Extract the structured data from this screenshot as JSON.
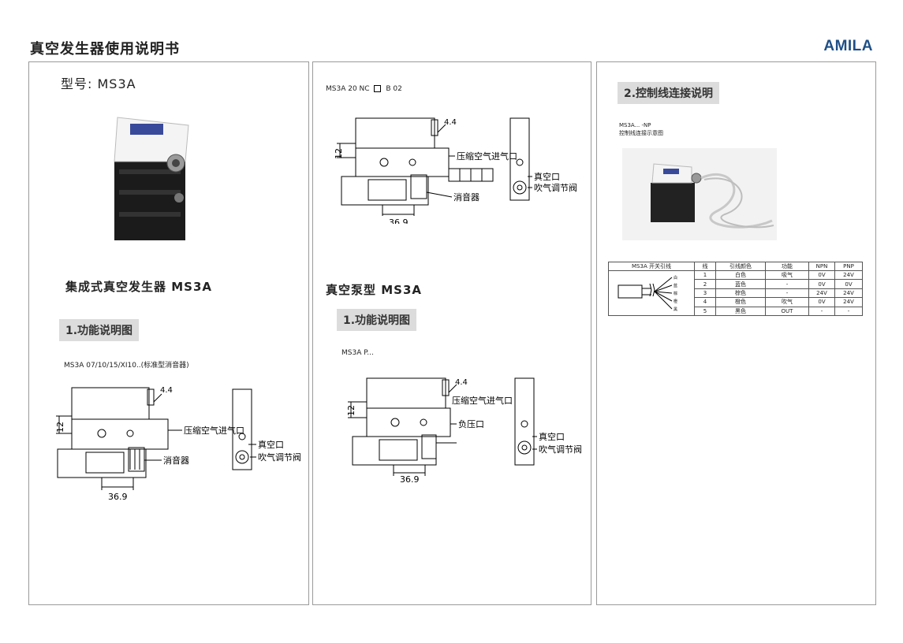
{
  "header": {
    "title": "真空发生器使用说明书",
    "brand": "AMILA"
  },
  "panel1": {
    "model_label": "型号: MS3A",
    "product_name": "集成式真空发生器 MS3A",
    "section1": "1.功能说明图",
    "variant": "MS3A 07/10/15/XI10..(标准型消音器)",
    "dims": {
      "h": "12",
      "w": "36.9",
      "phi": "4.4"
    },
    "labels": {
      "air_in": "压缩空气进气口",
      "silencer": "消音器",
      "vacuum": "真空口",
      "blow": "吹气调节阀"
    }
  },
  "panel2": {
    "top_variant": "MS3A 20 NC",
    "top_variant_suffix": "B 02",
    "top_labels": {
      "air_in": "压缩空气进气口",
      "silencer": "消音器",
      "vacuum": "真空口",
      "blow": "吹气调节阀"
    },
    "dims": {
      "h": "12",
      "w": "36.9",
      "phi": "4.4"
    },
    "pump_title": "真空泵型 MS3A",
    "section1": "1.功能说明图",
    "pump_variant": "MS3A P...",
    "pump_labels": {
      "air_in": "压缩空气进气口",
      "negative": "负压口",
      "vacuum": "真空口",
      "blow": "吹气调节阀"
    }
  },
  "panel3": {
    "section2": "2.控制线连接说明",
    "caption_line1": "MS3A... -NP",
    "caption_line2": "控制线连接示意图",
    "table": {
      "headers": [
        "MS3A 开关引线",
        "线",
        "引线颜色",
        "功能",
        "NPN",
        "PNP"
      ],
      "rows": [
        [
          "1",
          "白色",
          "吸气",
          "0V",
          "24V"
        ],
        [
          "2",
          "蓝色",
          "-",
          "0V",
          "0V"
        ],
        [
          "3",
          "棕色",
          "-",
          "24V",
          "24V"
        ],
        [
          "4",
          "橙色",
          "吹气",
          "0V",
          "24V"
        ],
        [
          "5",
          "黑色",
          "OUT",
          "-",
          "-"
        ]
      ],
      "wire_marks": [
        "白",
        "蓝",
        "棕",
        "橙",
        "黑"
      ]
    }
  },
  "colors": {
    "brand": "#1f4f86",
    "section_bg": "#dcdcdc",
    "border": "#9a9a9a"
  }
}
